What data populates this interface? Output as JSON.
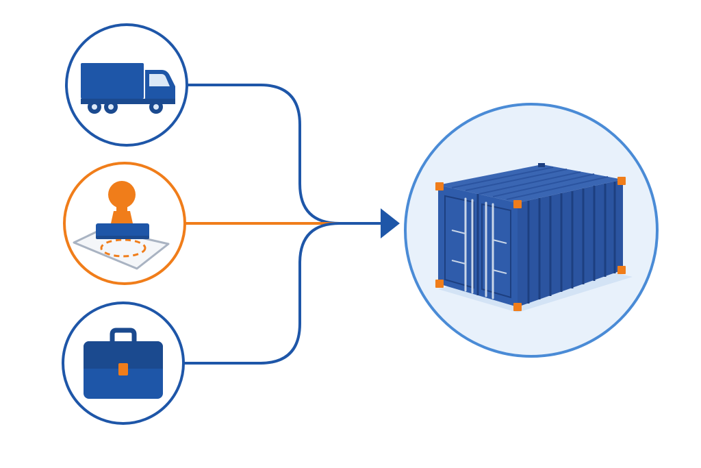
{
  "colors": {
    "background": "#ffffff",
    "primary_blue": "#1e56a8",
    "dark_blue": "#1b4a8f",
    "accent_orange": "#f07d1a",
    "light_blue_fill": "#e8f1fb",
    "container_blue": "#2b54a0",
    "container_dark": "#1d3f80",
    "stamp_pad_gray": "#a9b3c2"
  },
  "nodes": [
    {
      "id": "transport",
      "icon": "truck-icon",
      "ring_color": "#1e56a8"
    },
    {
      "id": "customs",
      "icon": "stamp-icon",
      "ring_color": "#f07d1a"
    },
    {
      "id": "business",
      "icon": "briefcase-icon",
      "ring_color": "#1e56a8"
    }
  ],
  "target": {
    "id": "shipping",
    "icon": "shipping-container-icon",
    "ring_color": "#4a8bd6"
  },
  "connector": {
    "arrow_icon": "arrow-right-icon",
    "merge_style": "curved"
  }
}
